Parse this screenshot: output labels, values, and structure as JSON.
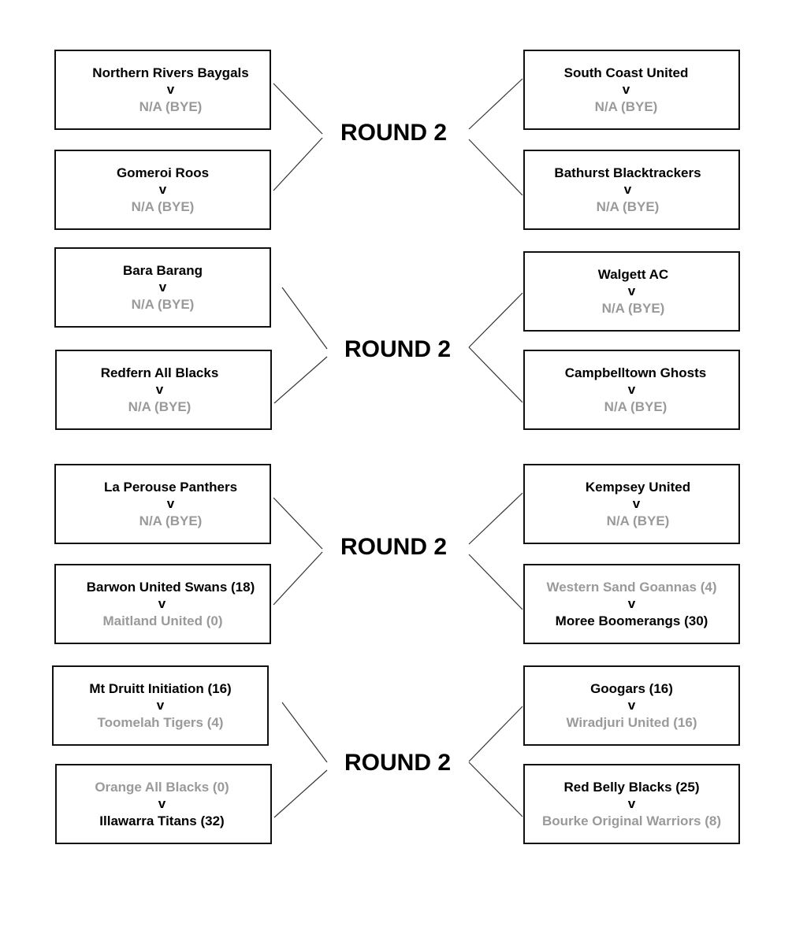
{
  "round_label": "ROUND 2",
  "vs_label": "v",
  "colors": {
    "winner": "#000000",
    "loser": "#9a9a9a",
    "border": "#111111",
    "connector": "#333333"
  },
  "groups": [
    {
      "round_label": "ROUND 2",
      "left": [
        {
          "team1": "Northern Rivers Baygals",
          "team1_status": "win",
          "team2": "N/A (BYE)",
          "team2_status": "lose"
        },
        {
          "team1": "Gomeroi Roos",
          "team1_status": "win",
          "team2": "N/A (BYE)",
          "team2_status": "lose"
        }
      ],
      "right": [
        {
          "team1": "South Coast United",
          "team1_status": "win",
          "team2": "N/A (BYE)",
          "team2_status": "lose"
        },
        {
          "team1": "Bathurst Blacktrackers",
          "team1_status": "win",
          "team2": "N/A (BYE)",
          "team2_status": "lose"
        }
      ]
    },
    {
      "round_label": "ROUND 2",
      "left": [
        {
          "team1": "Bara Barang",
          "team1_status": "win",
          "team2": "N/A (BYE)",
          "team2_status": "lose"
        },
        {
          "team1": "Redfern All Blacks",
          "team1_status": "win",
          "team2": "N/A (BYE)",
          "team2_status": "lose"
        }
      ],
      "right": [
        {
          "team1": "Walgett AC",
          "team1_status": "win",
          "team2": "N/A (BYE)",
          "team2_status": "lose"
        },
        {
          "team1": "Campbelltown Ghosts",
          "team1_status": "win",
          "team2": "N/A (BYE)",
          "team2_status": "lose"
        }
      ]
    },
    {
      "round_label": "ROUND 2",
      "left": [
        {
          "team1": "La Perouse Panthers",
          "team1_status": "win",
          "team2": "N/A (BYE)",
          "team2_status": "lose"
        },
        {
          "team1": "Barwon United Swans (18)",
          "team1_status": "win",
          "team2": "Maitland United (0)",
          "team2_status": "lose"
        }
      ],
      "right": [
        {
          "team1": "Kempsey United",
          "team1_status": "win",
          "team2": "N/A (BYE)",
          "team2_status": "lose"
        },
        {
          "team1": "Western Sand Goannas (4)",
          "team1_status": "lose",
          "team2": "Moree Boomerangs (30)",
          "team2_status": "win"
        }
      ]
    },
    {
      "round_label": "ROUND 2",
      "left": [
        {
          "team1": "Mt Druitt Initiation (16)",
          "team1_status": "win",
          "team2": "Toomelah Tigers (4)",
          "team2_status": "lose"
        },
        {
          "team1": "Orange All Blacks (0)",
          "team1_status": "lose",
          "team2": "Illawarra Titans (32)",
          "team2_status": "win"
        }
      ],
      "right": [
        {
          "team1": "Googars (16)",
          "team1_status": "win",
          "team2": "Wiradjuri United (16)",
          "team2_status": "lose"
        },
        {
          "team1": "Red Belly Blacks (25)",
          "team1_status": "win",
          "team2": "Bourke Original Warriors (8)",
          "team2_status": "lose"
        }
      ]
    }
  ]
}
